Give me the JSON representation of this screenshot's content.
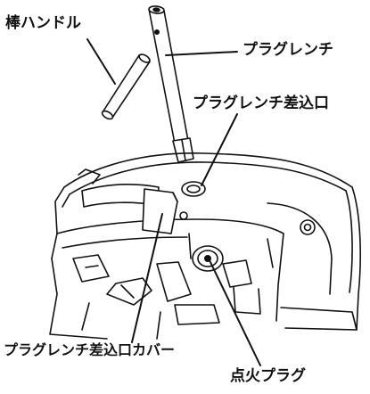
{
  "labels": {
    "handle_bar": "棒ハンドル",
    "plug_wrench": "プラグレンチ",
    "wrench_inlet": "プラグレンチ差込口",
    "inlet_cover": "プラグレンチ差込口カバー",
    "spark_plug": "点火プラグ"
  },
  "colors": {
    "line": "#111111",
    "background": "#ffffff"
  }
}
